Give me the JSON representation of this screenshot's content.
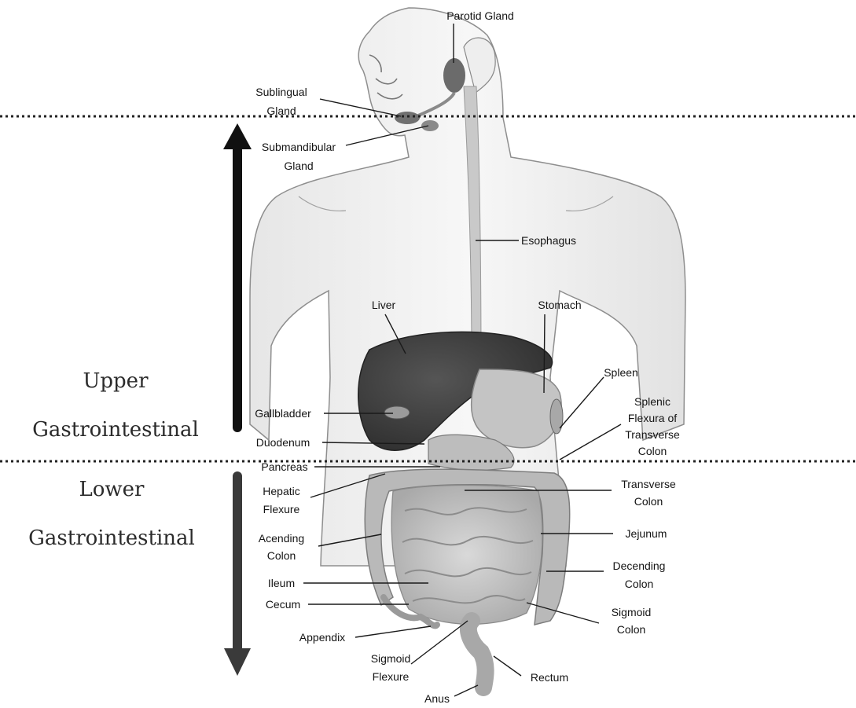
{
  "regions": {
    "upper": [
      "Upper",
      "Gastrointestinal"
    ],
    "lower": [
      "Lower",
      "Gastrointestinal"
    ]
  },
  "labels": {
    "parotid_gland": "Parotid Gland",
    "sublingual_gland": [
      "Sublingual",
      "Gland"
    ],
    "submandibular_gland": [
      "Submandibular",
      "Gland"
    ],
    "esophagus": "Esophagus",
    "liver": "Liver",
    "stomach": "Stomach",
    "spleen": "Spleen",
    "splenic_flexura": [
      "Splenic",
      "Flexura of",
      "Transverse",
      "Colon"
    ],
    "gallbladder": "Gallbladder",
    "duodenum": "Duodenum",
    "pancreas": "Pancreas",
    "hepatic_flexure": [
      "Hepatic",
      "Flexure"
    ],
    "transverse_colon": [
      "Transverse",
      "Colon"
    ],
    "acending_colon": [
      "Acending",
      "Colon"
    ],
    "jejunum": "Jejunum",
    "ileum": "Ileum",
    "decending_colon": [
      "Decending",
      "Colon"
    ],
    "cecum": "Cecum",
    "sigmoid_colon": [
      "Sigmoid",
      "Colon"
    ],
    "appendix": "Appendix",
    "sigmoid_flexure": [
      "Sigmoid",
      "Flexure"
    ],
    "rectum": "Rectum",
    "anus": "Anus"
  }
}
